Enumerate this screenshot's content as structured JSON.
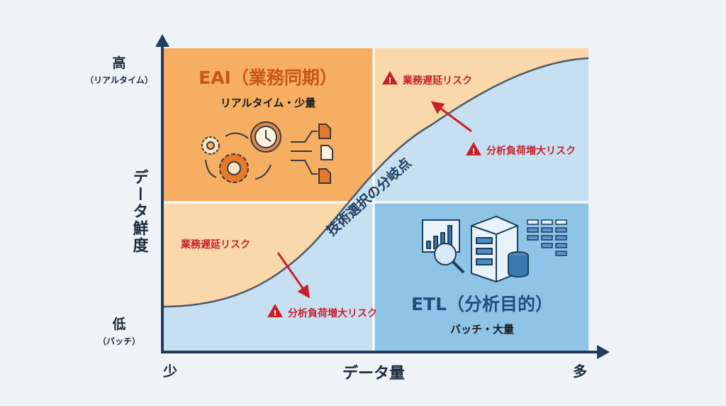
{
  "axes": {
    "y_title": "データ鮮度",
    "y_high": "高",
    "y_high_sub": "（リアルタイム）",
    "y_low": "低",
    "y_low_sub": "（バッチ）",
    "x_title": "データ量",
    "x_low": "少",
    "x_high": "多"
  },
  "quadrants": {
    "eai_title": "EAI（業務同期）",
    "eai_sub": "リアルタイム・少量",
    "etl_title": "ETL（分析目的）",
    "etl_sub": "バッチ・大量"
  },
  "curve_label": "技術選択の分岐点",
  "risks": {
    "top_delay": "業務遅延リスク",
    "top_load": "分析負荷増大リスク",
    "bottom_delay": "業務遅延リスク",
    "bottom_load": "分析負荷増大リスク"
  },
  "colors": {
    "orange_dark": "#f6ae63",
    "orange_light": "#fad8aa",
    "blue_light": "#c6e0f2",
    "blue_dark": "#8ec5e7",
    "axis": "#1f3d5c",
    "risk_red": "#c8202a",
    "eai_title": "#c8561a",
    "etl_title": "#1f4f80"
  }
}
